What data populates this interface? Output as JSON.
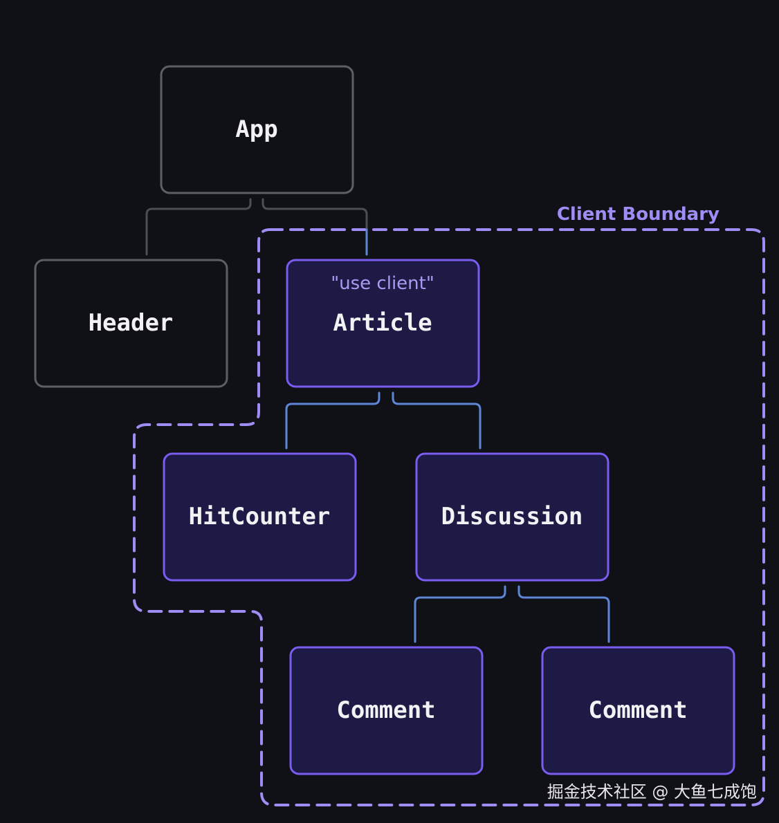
{
  "diagram": {
    "boundary_label": "Client Boundary",
    "directive": "\"use client\"",
    "nodes": {
      "app": "App",
      "header": "Header",
      "article": "Article",
      "hitcounter": "HitCounter",
      "discussion": "Discussion",
      "comment_left": "Comment",
      "comment_right": "Comment"
    },
    "colors": {
      "server_border": "#5b6066",
      "server_fill": "#101116",
      "client_border": "#7a5cf0",
      "client_fill": "#1d1b45",
      "server_edge": "#5b6066",
      "client_edge": "#5f86d6",
      "boundary": "#a08cf5"
    }
  },
  "watermark": "掘金技术社区 @ 大鱼七成饱"
}
